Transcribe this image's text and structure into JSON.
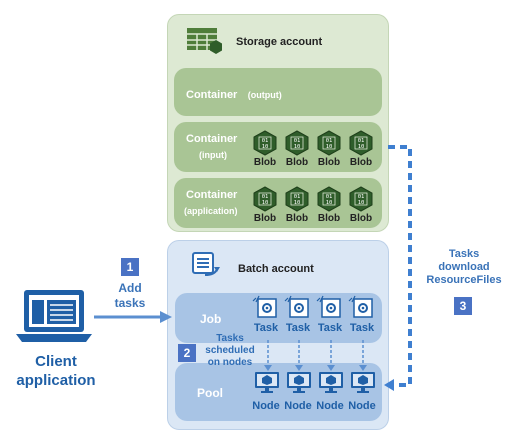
{
  "storage": {
    "title": "Storage account",
    "containers": [
      {
        "title": "Container",
        "sub": "(output)"
      },
      {
        "title": "Container",
        "sub": "(input)"
      },
      {
        "title": "Container",
        "sub": "(application)"
      }
    ],
    "blob_label": "Blob",
    "blob_glyph": "01\n10"
  },
  "batch": {
    "title": "Batch account",
    "job_label": "Job",
    "pool_label": "Pool",
    "task_label": "Task",
    "node_label": "Node",
    "scheduled_text": [
      "Tasks",
      "scheduled",
      "on nodes"
    ]
  },
  "client": {
    "label_line1": "Client",
    "label_line2": "application"
  },
  "steps": [
    {
      "num": "1",
      "lines": [
        "Add",
        "tasks"
      ]
    },
    {
      "num": "2"
    },
    {
      "num": "3",
      "lines": [
        "Tasks",
        "download",
        "ResourceFiles"
      ]
    }
  ],
  "colors": {
    "accent": "#3a73b8",
    "badge": "#4a72c4",
    "storage_panel": "#dde9d3",
    "container": "#a9c595",
    "batch_panel": "#dbe7f5",
    "job_pool": "#a8c4e5",
    "hex_fill": "#2f5d2a"
  }
}
